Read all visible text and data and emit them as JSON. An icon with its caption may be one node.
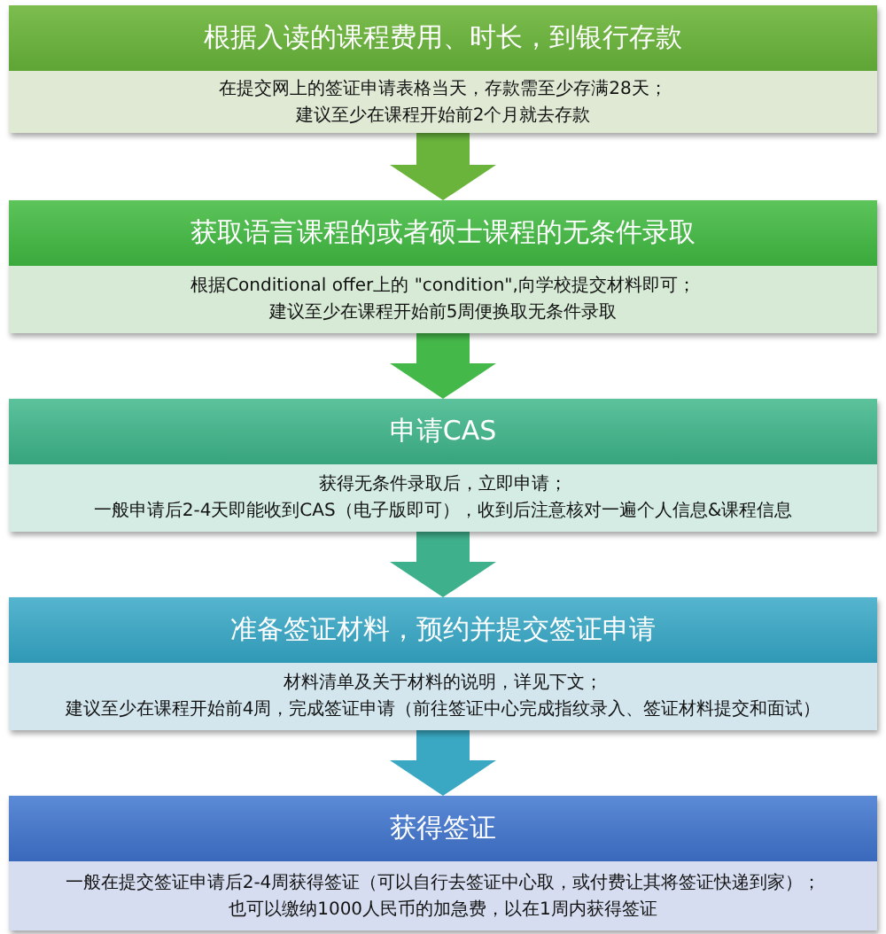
{
  "diagram": {
    "nodes": [
      {
        "text": [
          "根据入读的课程费用、时长，到银行存款",
          "在提交网上的签证申请表格当天，存款需至少存满28天；",
          "建议至少在课程开始前2个月就去存款"
        ]
      },
      {
        "text": [
          "获取语言课程的或者硕士课程的无条件录取",
          "根据Conditional offer上的 \"condition\",向学校提交材料即可；",
          "建议至少在课程开始前5周便换取无条件录取"
        ]
      },
      {
        "text": [
          "申请CAS",
          "获得无条件录取后，立即申请；",
          "一般申请后2-4天即能收到CAS（电子版即可），收到后注意核对一遍个人信息&课程信息"
        ]
      },
      {
        "text": [
          "准备签证材料，预约并提交签证申请",
          "材料清单及关于材料的说明，详见下文；",
          "建议至少在课程开始前4周，完成签证申请（前往签证中心完成指纹录入、签证材料提交和面试）"
        ]
      },
      {
        "text": [
          "获得签证",
          "一般在提交签证申请后2-4周获得签证（可以自行去签证中心取，或付费让其将签证快递到家）；",
          "也可以缴纳1000人民币的加急费，以在1周内获得签证"
        ]
      }
    ],
    "edges": [
      {
        "from": 0,
        "to": 1,
        "arrow": "to",
        "color": "#6ab43c"
      },
      {
        "from": 1,
        "to": 2,
        "arrow": "to",
        "color": "#45b84a"
      },
      {
        "from": 2,
        "to": 3,
        "arrow": "to",
        "color": "#3fb08c"
      },
      {
        "from": 3,
        "to": 4,
        "arrow": "to",
        "color": "#3aa8c2"
      }
    ]
  }
}
